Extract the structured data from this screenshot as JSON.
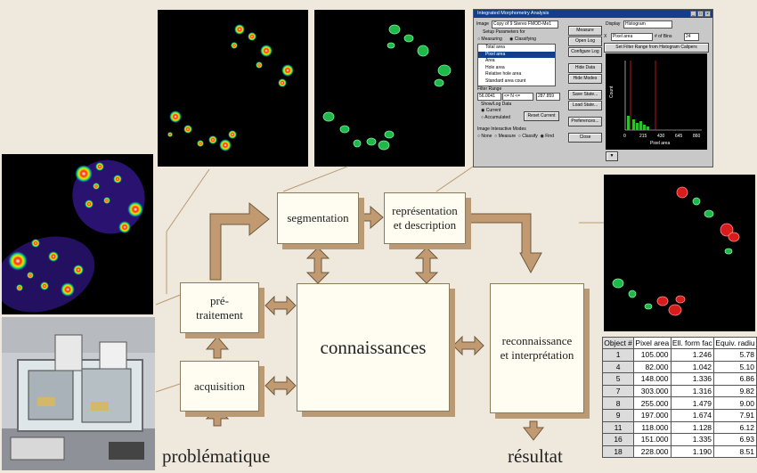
{
  "boxes": {
    "segmentation": "segmentation",
    "representation": "représentation\net description",
    "pretraitement": "pré-\ntraitement",
    "acquisition": "acquisition",
    "connaissances": "connaissances",
    "reconnaissance": "reconnaissance\net interprétation"
  },
  "labels": {
    "problematique": "problématique",
    "resultat": "résultat"
  },
  "colors": {
    "arrow": "#c19a72",
    "arrow_stroke": "#6e5a3e",
    "box_fill": "#fffdf2",
    "box_shadow": "#b99a74",
    "background": "#efe9dd"
  },
  "software_window": {
    "title": "Integrated Morphometry Analysis",
    "image_label": "Image",
    "image_value": "Copy of 9 Stereo FMOD-Me1",
    "setup_label": "Setup Parameters for",
    "radio_measuring": "Measuring",
    "radio_classifying": "Classifying",
    "params": [
      "Total area",
      "Pixel area",
      "Area",
      "Hole area",
      "Relative hole area",
      "Standard area count"
    ],
    "selected_param": "Pixel area",
    "filter_range_label": "Filter Range",
    "filter_low": "56.0041",
    "filter_op": "<= N <=",
    "filter_high": "287.859",
    "show_log_label": "Show/Log Data",
    "radio_current": "Current",
    "radio_accumulated": "Accumulated",
    "reset_current": "Reset Current",
    "interactive_label": "Image Interactive Modes",
    "modes": [
      "None",
      "Measure",
      "Classify",
      "Find"
    ],
    "buttons_mid": [
      "Measure",
      "Open Log",
      "Configure Log",
      "Hide Data",
      "Hide Modes",
      "Save State...",
      "Load State...",
      "Preferences...",
      "Close"
    ],
    "display_label": "Display",
    "display_value": "Histogram",
    "x_label": "X",
    "x_param": "Pixel area",
    "bins_label": "# of Bins",
    "bins_value": "24",
    "set_filter_button": "Set Filter Range from Histogram Calipers",
    "hist_ylabel": "Count",
    "hist_xlabel": "Pixel area",
    "hist_ticks": [
      "0",
      "215",
      "430",
      "645",
      "860"
    ]
  },
  "results_table": {
    "headers": [
      "Object #",
      "Pixel area",
      "Ell. form fac",
      "Equiv. radiu"
    ],
    "rows": [
      [
        "1",
        "105.000",
        "1.246",
        "5.78"
      ],
      [
        "4",
        "82.000",
        "1.042",
        "5.10"
      ],
      [
        "5",
        "148.000",
        "1.336",
        "6.86"
      ],
      [
        "7",
        "303.000",
        "1.316",
        "9.82"
      ],
      [
        "8",
        "255.000",
        "1.479",
        "9.00"
      ],
      [
        "9",
        "197.000",
        "1.674",
        "7.91"
      ],
      [
        "11",
        "118.000",
        "1.128",
        "6.12"
      ],
      [
        "16",
        "151.000",
        "1.335",
        "6.93"
      ],
      [
        "18",
        "228.000",
        "1.190",
        "8.51"
      ]
    ]
  }
}
